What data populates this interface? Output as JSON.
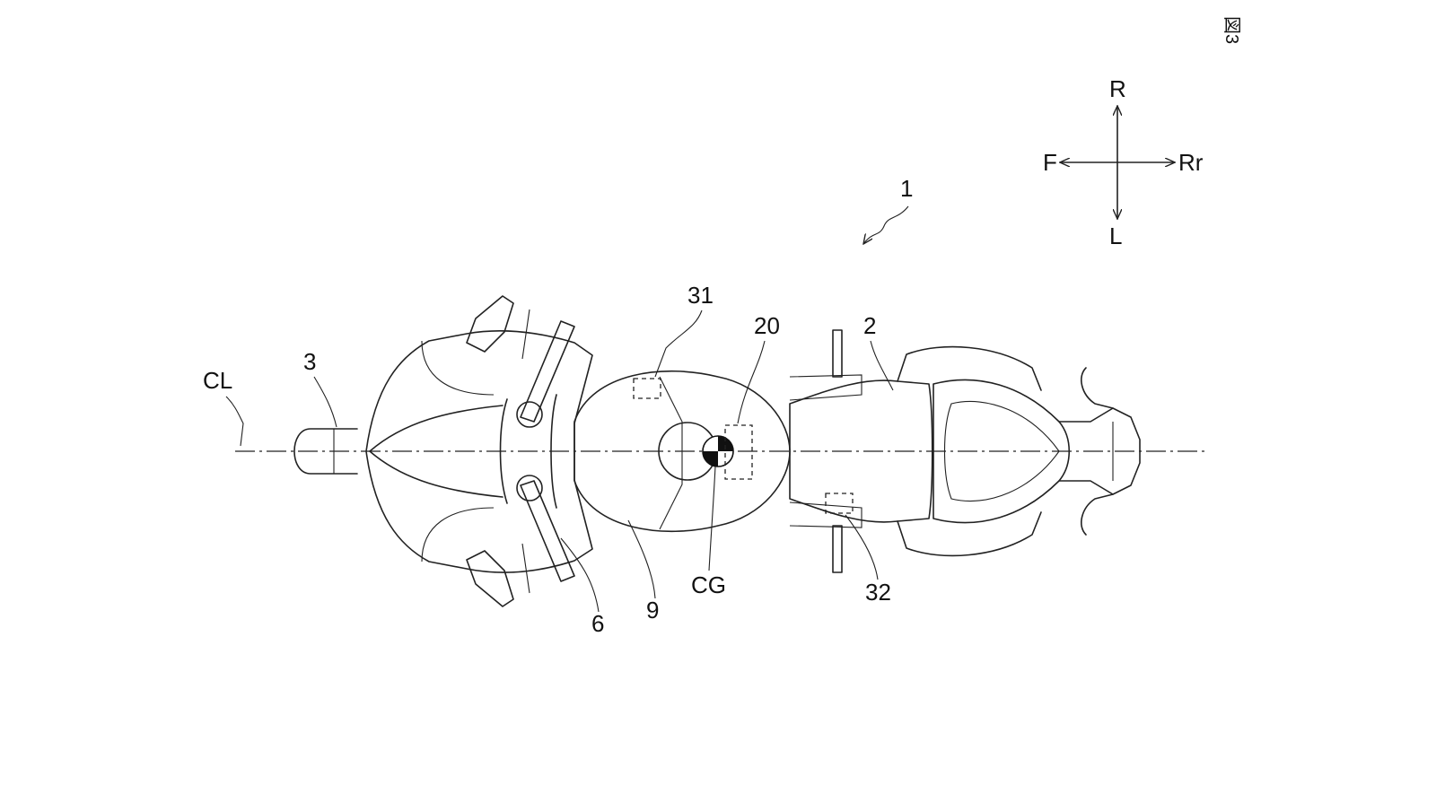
{
  "figure": {
    "number": "図3"
  },
  "direction_arrows": {
    "up": "R",
    "left": "F",
    "right": "Rr",
    "down": "L"
  },
  "labels": {
    "motorcycle": "1",
    "body": "2",
    "front": "3",
    "handle": "6",
    "tank": "9",
    "unit": "20",
    "sensor_right": "31",
    "sensor_left": "32",
    "center_of_gravity": "CG",
    "center_line": "CL"
  }
}
